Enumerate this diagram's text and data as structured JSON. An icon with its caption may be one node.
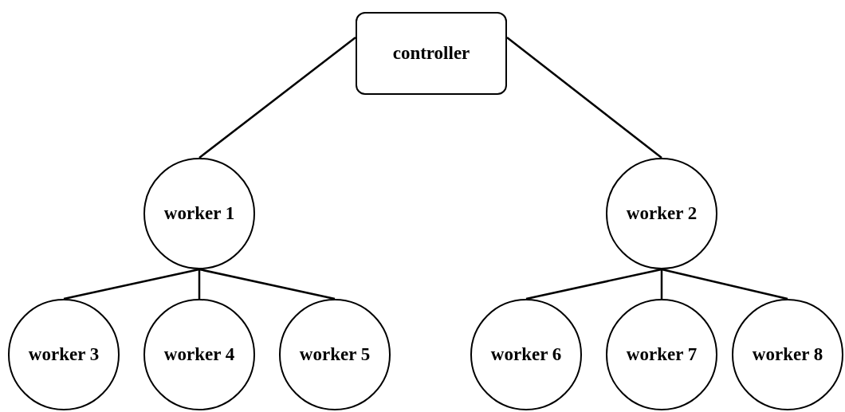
{
  "diagram": {
    "nodes": [
      {
        "text": [
          "controller"
        ]
      },
      {
        "text": [
          "worker 1"
        ]
      },
      {
        "text": [
          "worker 2"
        ]
      },
      {
        "text": [
          "worker 3"
        ]
      },
      {
        "text": [
          "worker 4"
        ]
      },
      {
        "text": [
          "worker 5"
        ]
      },
      {
        "text": [
          "worker 6"
        ]
      },
      {
        "text": [
          "worker 7"
        ]
      },
      {
        "text": [
          "worker 8"
        ]
      }
    ],
    "edges": [
      {
        "from": 0,
        "to": 1,
        "arrow": "none"
      },
      {
        "from": 0,
        "to": 2,
        "arrow": "none"
      },
      {
        "from": 1,
        "to": 3,
        "arrow": "none"
      },
      {
        "from": 1,
        "to": 4,
        "arrow": "none"
      },
      {
        "from": 1,
        "to": 5,
        "arrow": "none"
      },
      {
        "from": 2,
        "to": 6,
        "arrow": "none"
      },
      {
        "from": 2,
        "to": 7,
        "arrow": "none"
      },
      {
        "from": 2,
        "to": 8,
        "arrow": "none"
      }
    ]
  }
}
